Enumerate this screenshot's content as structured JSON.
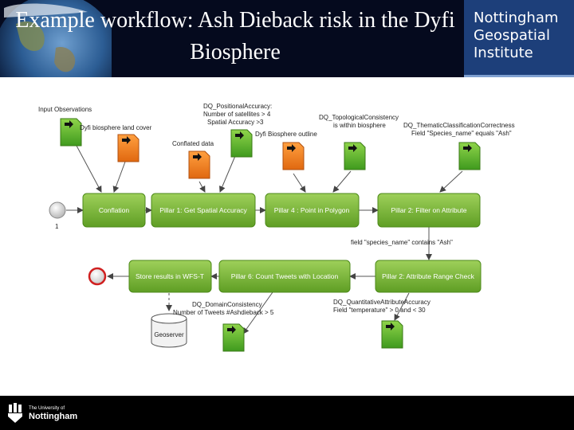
{
  "title": "Example workflow: Ash Dieback risk in the Dyfi Biosphere",
  "institute": {
    "line1": "Nottingham",
    "line2": "Geospatial",
    "line3": "Institute"
  },
  "footer": {
    "small": "The University of",
    "name": "Nottingham"
  },
  "diagram": {
    "input_observations": "Input Observations",
    "dyfi_land_cover": "Dyfi biosphere land cover",
    "conflated_data": "Conflated data",
    "positional_accuracy": [
      "DQ_PositionalAccuracy:",
      "Number of satellites > 4",
      "Spatial Accuracy >3"
    ],
    "dyfi_outline": "Dyfi Biosphere outline",
    "topological_consistency": [
      "DQ_TopologicalConsistency",
      "is within biosphere"
    ],
    "thematic_correctness": [
      "DQ_ThematicClassificationCorrectness",
      "Field \"Species_name\" equals \"Ash\""
    ],
    "start_index": "1",
    "conflation": "Conflation",
    "pillar1": "Pillar 1: Get Spatial Accuracy",
    "pillar4": "Pillar 4 : Point in Polygon",
    "pillar2_filter": "Pillar 2: Filter on Attribute",
    "species_contains": "field \"species_name\" contains \"Ash\"",
    "store_results": "Store results in WFS-T",
    "pillar6": "Pillar 6: Count Tweets with Location",
    "pillar2_range": "Pillar 2: Attribute Range Check",
    "domain_consistency": [
      "DQ_DomainConsistency",
      "Number of Tweets #Ashdieback > 5"
    ],
    "quantitative_accuracy": [
      "DQ_QuantitativeAttributeAccuracy",
      "Field \"temperature\" > 0 and < 30"
    ],
    "geoserver": "Geoserver"
  }
}
